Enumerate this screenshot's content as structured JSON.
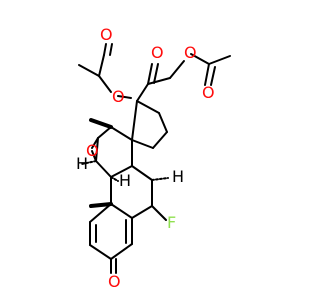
{
  "molecule": {
    "atoms": {
      "ester1_carbonyl_O": "O",
      "ester1_bridge_O": "O",
      "ester2_carbonyl_O": "O",
      "ester2_bridge_O": "O",
      "ketone_side_O": "O",
      "epoxide_O": "O",
      "ring_ketone_O": "O",
      "fluoro": "F"
    },
    "stereo_labels": {
      "h_c8": "H",
      "h_c9": "H",
      "h_c14": "H"
    }
  },
  "colors": {
    "bond": "#000000",
    "oxygen": "#ff0d0d",
    "fluorine": "#90e050"
  }
}
